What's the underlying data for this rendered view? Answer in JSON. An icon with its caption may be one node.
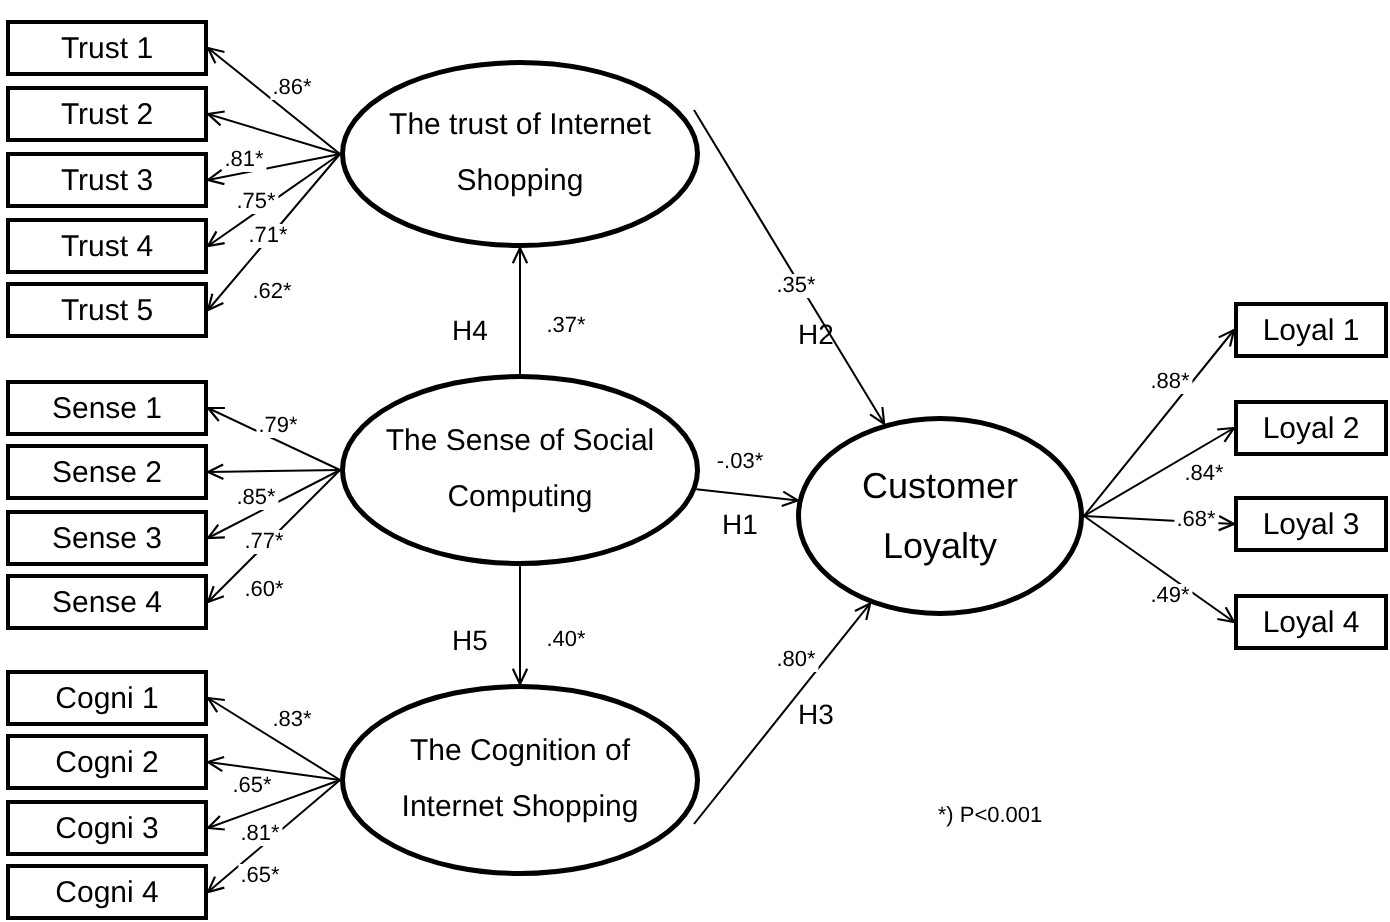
{
  "diagram": {
    "nodes": [
      {
        "text": [
          "Trust 1"
        ]
      },
      {
        "text": [
          "Trust 2"
        ]
      },
      {
        "text": [
          "Trust 3"
        ]
      },
      {
        "text": [
          "Trust 4"
        ]
      },
      {
        "text": [
          "Trust 5"
        ]
      },
      {
        "text": [
          "The trust of Internet Shopping"
        ]
      },
      {
        "text": [
          "Sense 1"
        ]
      },
      {
        "text": [
          "Sense 2"
        ]
      },
      {
        "text": [
          "Sense 3"
        ]
      },
      {
        "text": [
          "Sense 4"
        ]
      },
      {
        "text": [
          "The Sense of Social Computing"
        ]
      },
      {
        "text": [
          "Cogni 1"
        ]
      },
      {
        "text": [
          "Cogni 2"
        ]
      },
      {
        "text": [
          "Cogni 3"
        ]
      },
      {
        "text": [
          "Cogni 4"
        ]
      },
      {
        "text": [
          "The Cognition of Internet Shopping"
        ]
      },
      {
        "text": [
          "Customer Loyalty"
        ]
      },
      {
        "text": [
          "Loyal 1"
        ]
      },
      {
        "text": [
          "Loyal 2"
        ]
      },
      {
        "text": [
          "Loyal 3"
        ]
      },
      {
        "text": [
          "Loyal 4"
        ]
      }
    ],
    "edges": [
      {
        "from": 5,
        "to": 0,
        "arrow": "to",
        "label": ".86*"
      },
      {
        "from": 5,
        "to": 1,
        "arrow": "to",
        "label": ".81*"
      },
      {
        "from": 5,
        "to": 2,
        "arrow": "to",
        "label": ".75*"
      },
      {
        "from": 5,
        "to": 3,
        "arrow": "to",
        "label": ".71*"
      },
      {
        "from": 5,
        "to": 4,
        "arrow": "to",
        "label": ".62*"
      },
      {
        "from": 10,
        "to": 6,
        "arrow": "to",
        "label": ".79*"
      },
      {
        "from": 10,
        "to": 7,
        "arrow": "to",
        "label": ".85*"
      },
      {
        "from": 10,
        "to": 8,
        "arrow": "to",
        "label": ".77*"
      },
      {
        "from": 10,
        "to": 9,
        "arrow": "to",
        "label": ".60*"
      },
      {
        "from": 15,
        "to": 11,
        "arrow": "to",
        "label": ".83*"
      },
      {
        "from": 15,
        "to": 12,
        "arrow": "to",
        "label": ".65*"
      },
      {
        "from": 15,
        "to": 13,
        "arrow": "to",
        "label": ".81*"
      },
      {
        "from": 15,
        "to": 14,
        "arrow": "to",
        "label": ".65*"
      },
      {
        "from": 10,
        "to": 5,
        "arrow": "to",
        "label": ".37*"
      },
      {
        "from": 10,
        "to": 15,
        "arrow": "to",
        "label": ".40*"
      },
      {
        "from": 5,
        "to": 16,
        "arrow": "to",
        "label": ".35*"
      },
      {
        "from": 10,
        "to": 16,
        "arrow": "to",
        "label": "-.03*"
      },
      {
        "from": 15,
        "to": 16,
        "arrow": "to",
        "label": ".80*"
      },
      {
        "from": 16,
        "to": 17,
        "arrow": "to",
        "label": ".88*"
      },
      {
        "from": 16,
        "to": 18,
        "arrow": "to",
        "label": ".84*"
      },
      {
        "from": 16,
        "to": 19,
        "arrow": "to",
        "label": ".68*"
      },
      {
        "from": 16,
        "to": 20,
        "arrow": "to",
        "label": ".49*"
      }
    ],
    "labels": [
      "H4",
      "H2",
      "H1",
      "H5",
      "H3",
      "*) P<0.001"
    ]
  }
}
